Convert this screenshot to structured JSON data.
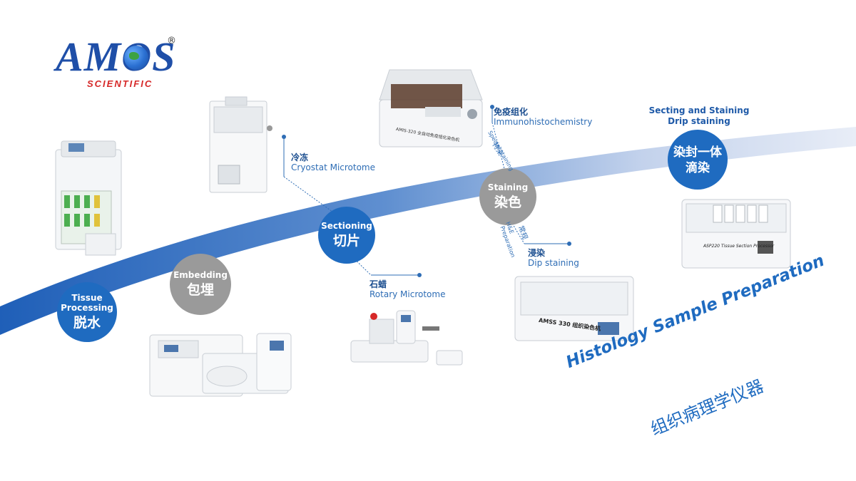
{
  "logo": {
    "name": "AMOS",
    "sub": "SCIENTIFIC",
    "reg": "®"
  },
  "stages": {
    "tissue_processing": {
      "en": "Tissue\nProcessing",
      "cn": "脱水"
    },
    "embedding": {
      "en": "Embedding",
      "cn": "包埋"
    },
    "sectioning": {
      "en": "Sectioning",
      "cn": "切片"
    },
    "staining": {
      "en": "Staining",
      "cn": "染色"
    },
    "drip": {
      "cn": "染封一体\n滴染"
    }
  },
  "branches": {
    "cryostat": {
      "cn": "冷冻",
      "en": "Cryostat Microtome"
    },
    "rotary": {
      "cn": "石蜡",
      "en": "Rotary Microtome"
    },
    "ihc": {
      "cn": "免疫组化",
      "en": "Immunohistochemistry"
    },
    "dip": {
      "cn": "浸染",
      "en": "Dip staining"
    },
    "special_cn": "特染",
    "special_en": "Special staining",
    "he_cn": "常规",
    "he_en": "H&E",
    "he_en2": "Preparation"
  },
  "drip_title": {
    "line1": "Secting and Staining",
    "line2": "Drip staining"
  },
  "devices": {
    "ihc_label": "AMIS-320 全自动免疫组化染色机",
    "dip_label": "AMSS 330 组织染色机",
    "drip_label": "ASP220 Tissue Section Processor"
  },
  "title": {
    "en": "Histology Sample Preparation",
    "cn": "组织病理学仪器"
  },
  "colors": {
    "blue": "#1f6bc0",
    "gray": "#9a9a9a",
    "red": "#d62828"
  }
}
